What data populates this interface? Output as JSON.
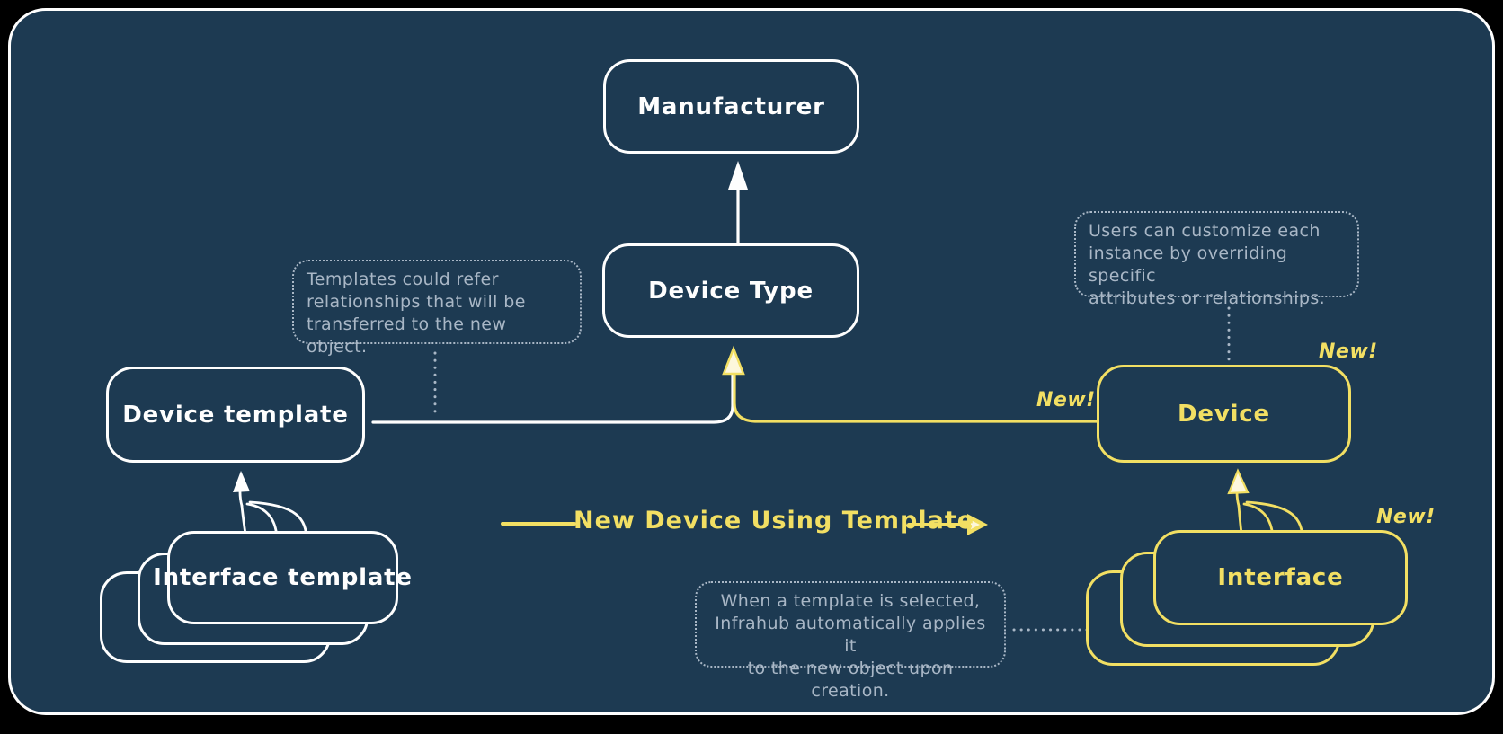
{
  "colors": {
    "background": "#000000",
    "canvas": "#1d3a52",
    "stroke": "#fefefe",
    "accent_yellow": "#f2df63",
    "note_gray_blue": "#a9b7c6"
  },
  "nodes": {
    "manufacturer": "Manufacturer",
    "device_type": "Device Type",
    "device_template": "Device template",
    "interface_template": "Interface template",
    "device": "Device",
    "interface": "Interface"
  },
  "badges": {
    "device_box": "New!",
    "device_connector": "New!",
    "interface_stack": "New!"
  },
  "flow_label": "New Device Using Template",
  "notes": {
    "templates": [
      "Templates could refer",
      "relationships that will be",
      "transferred to the new object."
    ],
    "customize": [
      "Users can customize each",
      "instance by overriding specific",
      "attributes or relationships."
    ],
    "apply": [
      "When a template is selected,",
      "Infrahub automatically applies it",
      "to the new object upon creation."
    ]
  }
}
